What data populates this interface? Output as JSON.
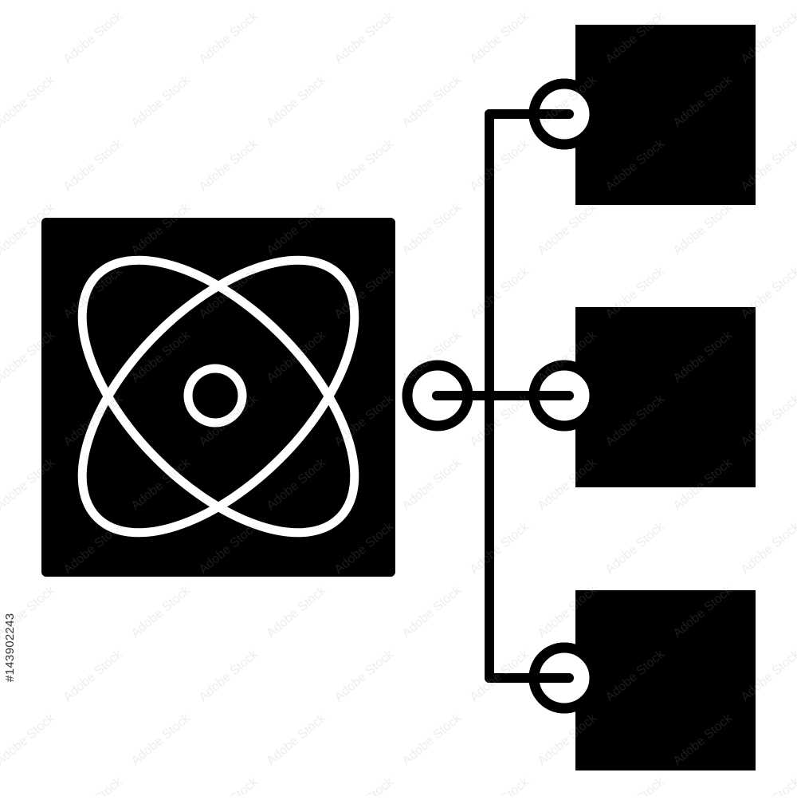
{
  "diagram": {
    "source_icon": "atom-icon",
    "target_node_count": 3,
    "colors": {
      "fill": "#000000",
      "background": "#ffffff",
      "watermark": "#9a9a9a"
    }
  },
  "watermark": {
    "brand": "Adobe Stock",
    "stock_id": "#143902243"
  }
}
